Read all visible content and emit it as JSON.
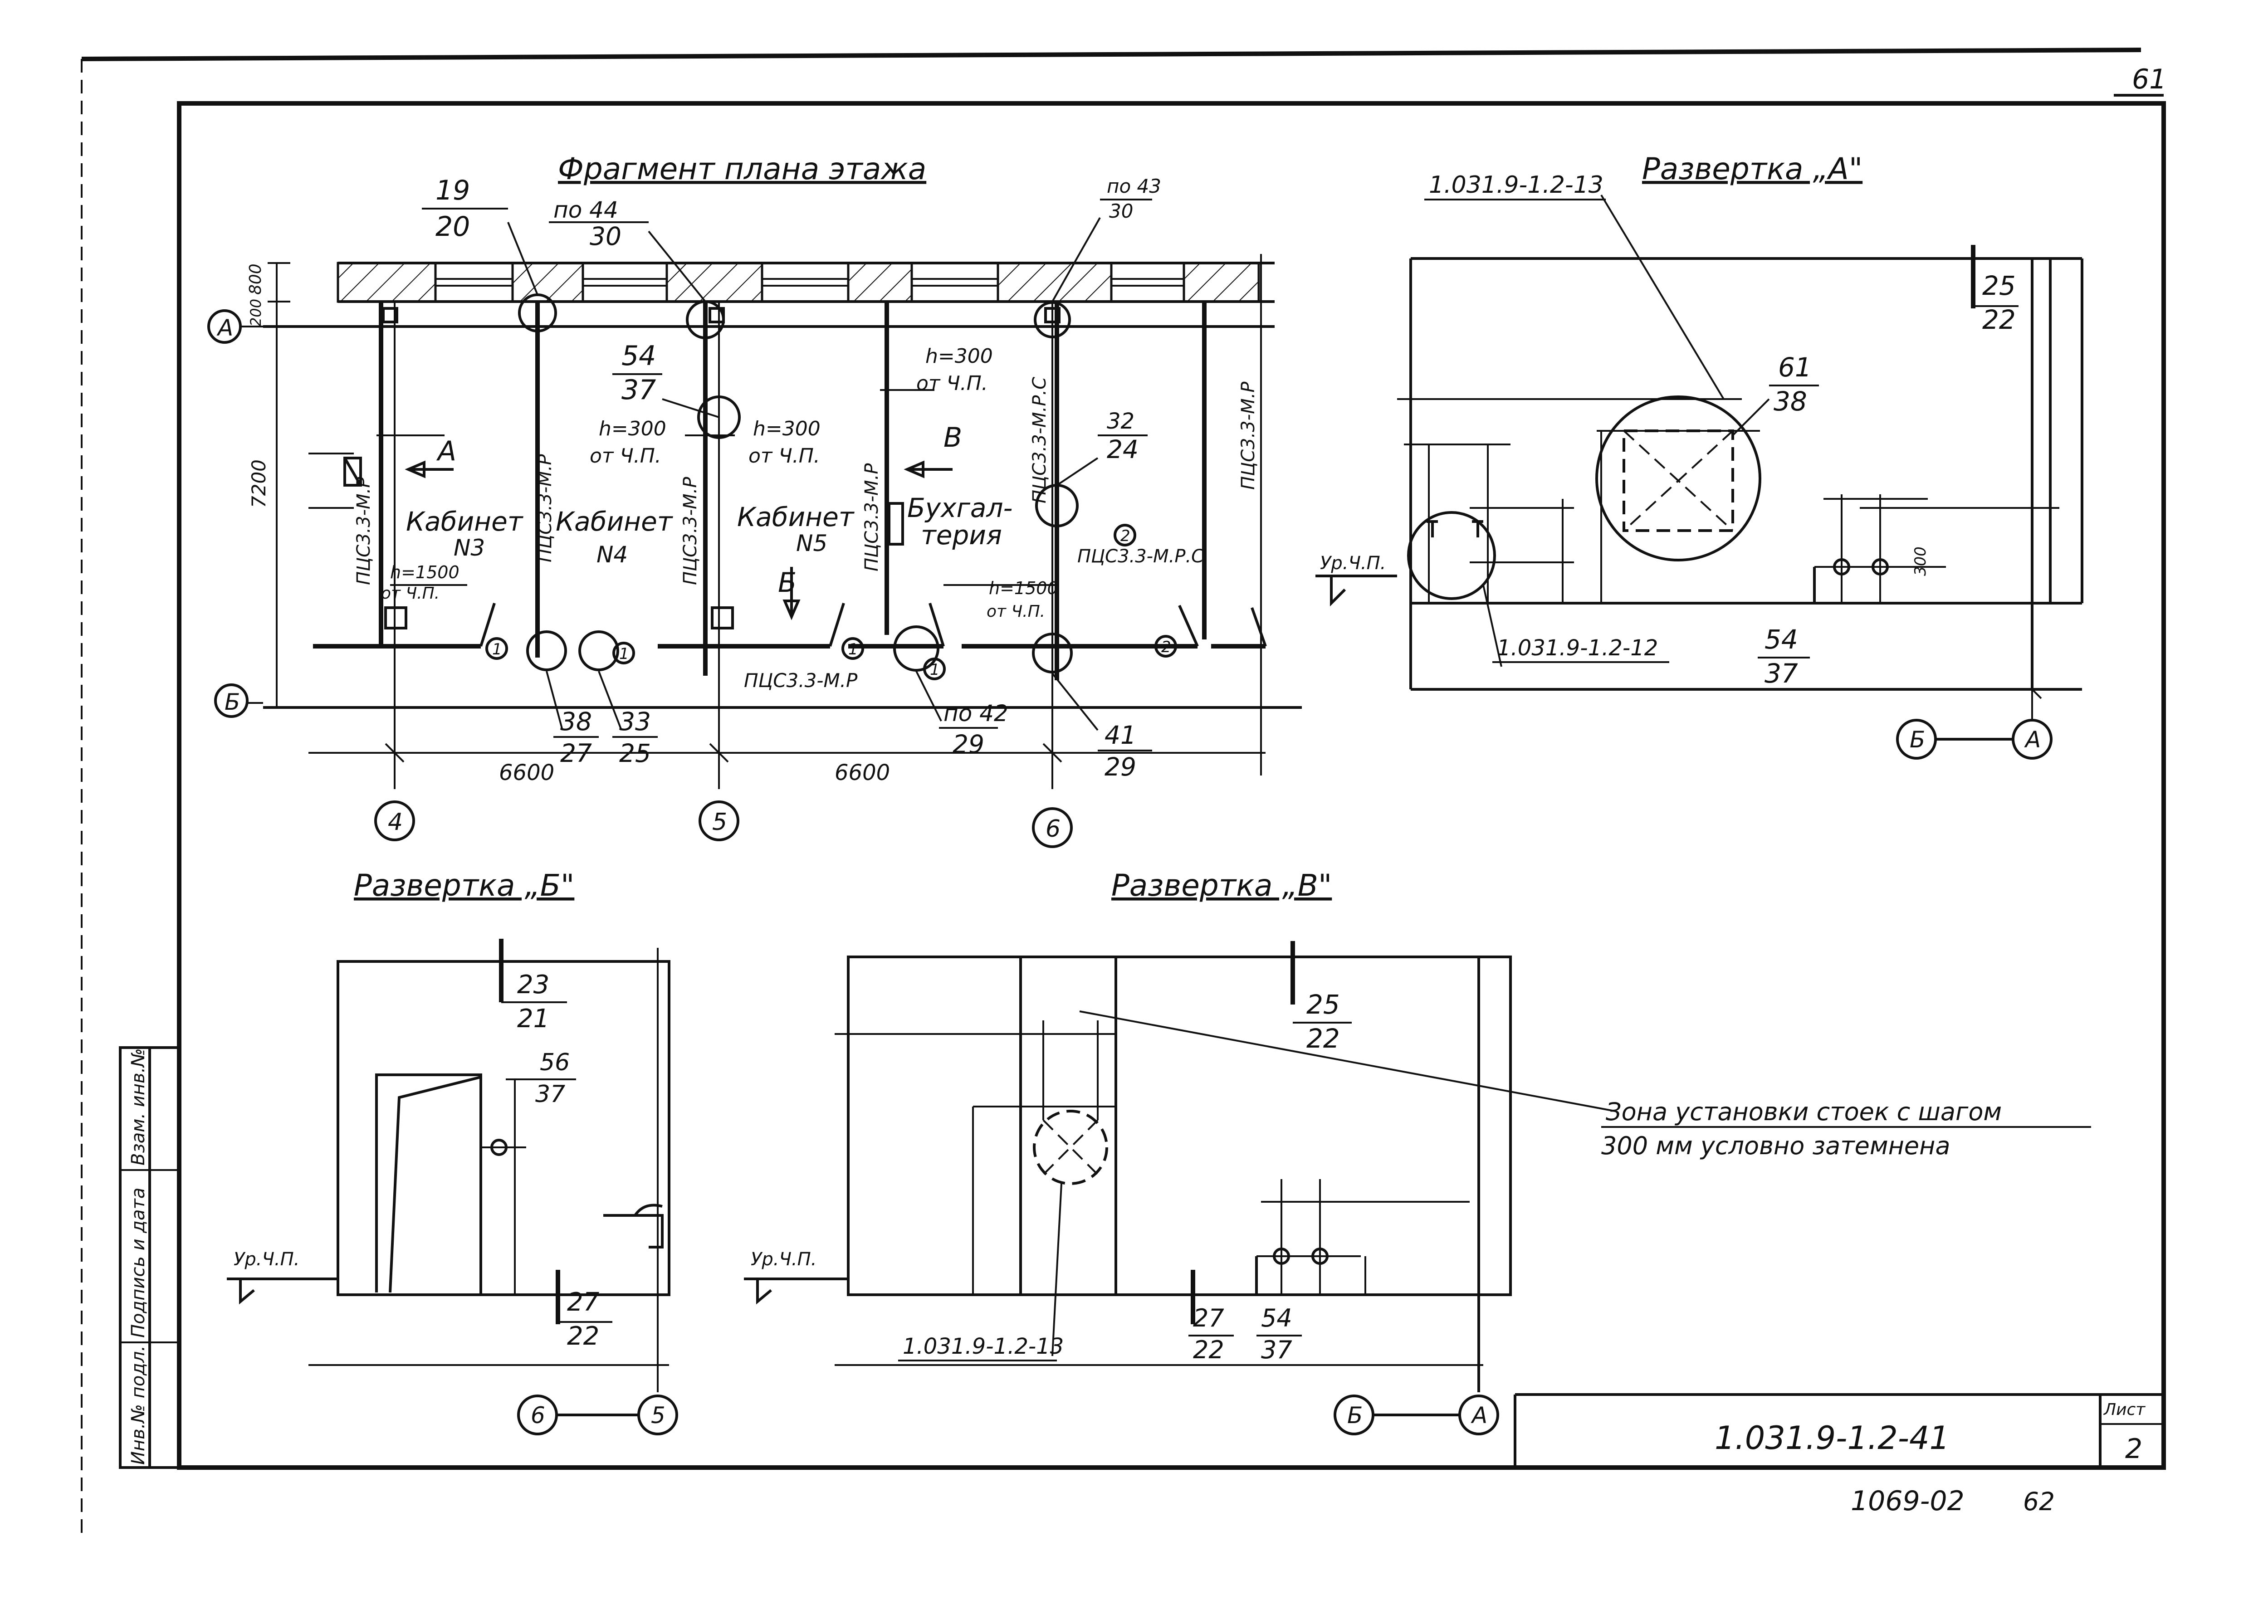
{
  "sheet": {
    "corner_number": "61",
    "designation": "1.031.9-1.2-41",
    "sheet_label": "Лист",
    "sheet_number": "2",
    "archive_number": "1069-02",
    "archive_page": "62",
    "side_stamp": [
      "Инв.№ подл.",
      "Подпись и дата",
      "Взам. инв.№"
    ]
  },
  "plan": {
    "title": "Фрагмент плана этажа",
    "axes_rows": [
      "А",
      "Б"
    ],
    "axes_cols": [
      "4",
      "5",
      "6"
    ],
    "dims": {
      "d800": "800",
      "d200": "200",
      "d7200": "7200",
      "span1": "6600",
      "span2": "6600"
    },
    "rooms": {
      "r3_name": "Кабинет",
      "r3_num": "N3",
      "r4_name": "Кабинет",
      "r4_num": "N4",
      "r5_name": "Кабинет",
      "r5_num": "N5",
      "buh1": "Бухгал-",
      "buh2": "терия"
    },
    "partitions": {
      "p1": "ПЦС3.3-М.Р",
      "p2": "ПЦС3.3-М.Р",
      "p3": "ПЦС3.3-М.Р",
      "p4": "ПЦС3.3-М.Р",
      "p5": "ПЦС3.3-М.Р.С",
      "p6": "ПЦС3.3-М.Р",
      "p7": "ПЦС3.3-М.Р",
      "p8": "ПЦС3.3-М.Р.С"
    },
    "heights": {
      "h300a": "h=300",
      "h300a_sub": "от Ч.П.",
      "h300b": "h=300",
      "h300b_sub": "от Ч.П.",
      "h300c": "h=300",
      "h300c_sub": "от Ч.П.",
      "h1500a": "h=1500",
      "h1500a_sub": "от Ч.П.",
      "h1500b": "h=1500",
      "h1500b_sub": "от Ч.П."
    },
    "views": {
      "A": "А",
      "B": "Б",
      "V": "В"
    },
    "circle_marks": [
      "1",
      "1",
      "1",
      "1",
      "2",
      "2"
    ],
    "callouts": {
      "c19": "19",
      "c20": "20",
      "c44": "по 44",
      "c30a": "30",
      "c43": "по 43",
      "c30b": "30",
      "c54": "54",
      "c37": "37",
      "c32": "32",
      "c24": "24",
      "c38": "38",
      "c27": "27",
      "c33": "33",
      "c25": "25",
      "c42": "по 42",
      "c29a": "29",
      "c41": "41",
      "c29b": "29"
    }
  },
  "dev_A": {
    "title": "Развертка „А\"",
    "ref_top": "1.031.9-1.2-13",
    "ref_bottom": "1.031.9-1.2-12",
    "floor_level": "Ур.Ч.П.",
    "c25": "25",
    "c22": "22",
    "c61": "61",
    "c38": "38",
    "c54": "54",
    "c37": "37",
    "dim300": "300",
    "axis_left": "Б",
    "axis_right": "А"
  },
  "dev_B": {
    "title": "Развертка „Б\"",
    "floor_level": "Ур.Ч.П.",
    "c23": "23",
    "c21": "21",
    "c56": "56",
    "c37": "37",
    "c27": "27",
    "c22": "22",
    "axis_left": "6",
    "axis_right": "5"
  },
  "dev_V": {
    "title": "Развертка „В\"",
    "floor_level": "Ур.Ч.П.",
    "c25": "25",
    "c22": "22",
    "c27": "27",
    "c22b": "22",
    "c54": "54",
    "c37": "37",
    "ref": "1.031.9-1.2-13",
    "axis_left": "Б",
    "axis_right": "А"
  },
  "note": {
    "line1": "Зона установки стоек с шагом",
    "line2": "300 мм условно затемнена"
  }
}
